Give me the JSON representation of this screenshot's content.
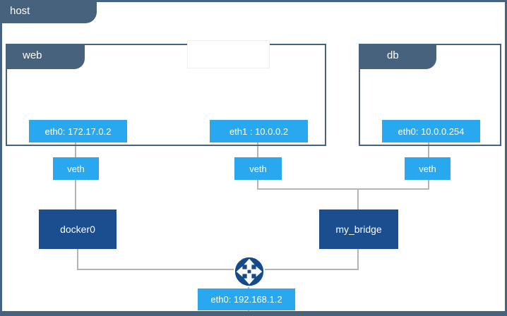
{
  "host": {
    "label": "host",
    "interface": {
      "label": "eth0: 192.168.1.2"
    }
  },
  "containers": {
    "web": {
      "label": "web",
      "interfaces": [
        {
          "label": "eth0: 172.17.0.2"
        },
        {
          "label": "eth1 : 10.0.0.2"
        }
      ]
    },
    "db": {
      "label": "db",
      "interfaces": [
        {
          "label": "eth0: 10.0.0.254"
        }
      ]
    }
  },
  "veths": {
    "web_eth0": "veth",
    "web_eth1": "veth",
    "db_eth0": "veth"
  },
  "bridges": {
    "docker0": {
      "label": "docker0"
    },
    "my_bridge": {
      "label": "my_bridge"
    }
  },
  "icons": {
    "router": "router-4-way-arrows-icon"
  },
  "colors": {
    "slate": "#46627c",
    "interface_blue": "#29a8f0",
    "bridge_navy": "#1b4e8e",
    "router_navy": "#174a8a",
    "connector_gray": "#b5b5b5"
  }
}
